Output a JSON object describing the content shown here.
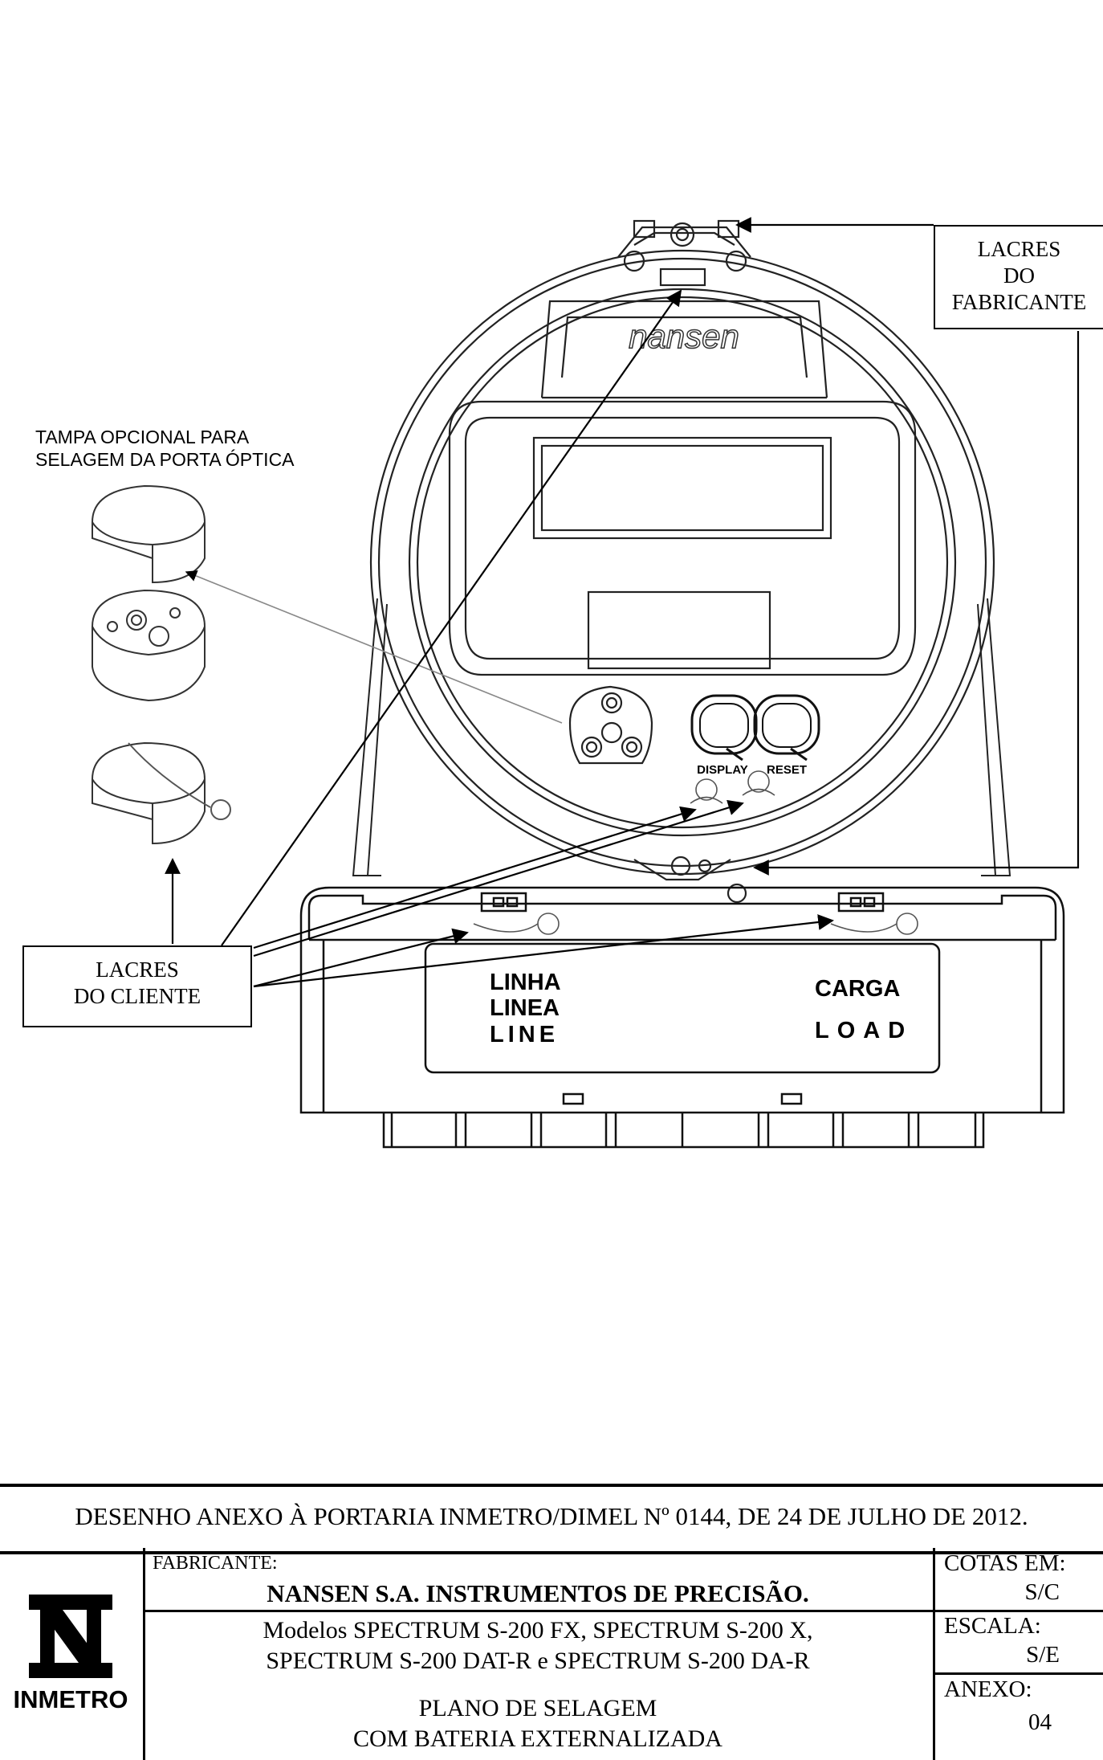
{
  "labels": {
    "lacres_fabricante": [
      "LACRES",
      "DO",
      "FABRICANTE"
    ],
    "lacres_cliente": [
      "LACRES",
      "DO CLIENTE"
    ],
    "tampa_opcional": [
      "TAMPA OPCIONAL PARA",
      "SELAGEM DA PORTA ÓPTICA"
    ]
  },
  "meter": {
    "brand": "nansen",
    "buttons": [
      "DISPLAY",
      "RESET"
    ],
    "line_labels": [
      "LINHA",
      "LINEA",
      "LINE"
    ],
    "load_labels": [
      "CARGA",
      "LOAD"
    ]
  },
  "footer": {
    "portaria": "DESENHO ANEXO À PORTARIA INMETRO/DIMEL Nº 0144, DE 24 DE JULHO DE 2012.",
    "fabricante_label": "FABRICANTE:",
    "fabricante_name": "NANSEN S.A. INSTRUMENTOS DE PRECISÃO.",
    "models": [
      "Modelos SPECTRUM S-200 FX, SPECTRUM S-200 X,",
      "SPECTRUM S-200 DAT-R e SPECTRUM S-200 DA-R"
    ],
    "plano": [
      "PLANO DE SELAGEM",
      "COM BATERIA EXTERNALIZADA"
    ],
    "cotas_label": "COTAS EM:",
    "cotas_value": "S/C",
    "escala_label": "ESCALA:",
    "escala_value": "S/E",
    "anexo_label": "ANEXO:",
    "anexo_value": "04",
    "logo_text": "INMETRO"
  }
}
